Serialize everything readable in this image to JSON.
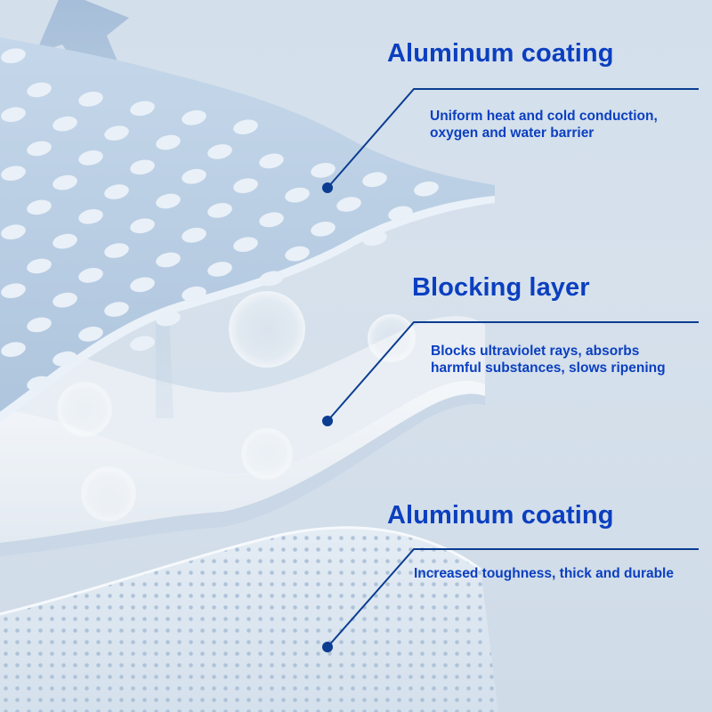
{
  "colors": {
    "background": "#d3dfeb",
    "text": "#0b3fc0",
    "leader_line": "#0b3d91",
    "layer_top": "#b7cde3",
    "layer_middle": "#eef3f7",
    "layer_bottom": "#dde7f1"
  },
  "icons": [
    "upward-arrow",
    "bubble"
  ],
  "layers": [
    {
      "title": "Aluminum coating",
      "description": [
        "Uniform heat and cold conduction,",
        "oxygen and water barrier"
      ]
    },
    {
      "title": "Blocking layer",
      "description": [
        "Blocks ultraviolet rays, absorbs",
        "harmful substances, slows ripening"
      ]
    },
    {
      "title": "Aluminum coating",
      "description": [
        "Increased toughness, thick and durable"
      ]
    }
  ]
}
